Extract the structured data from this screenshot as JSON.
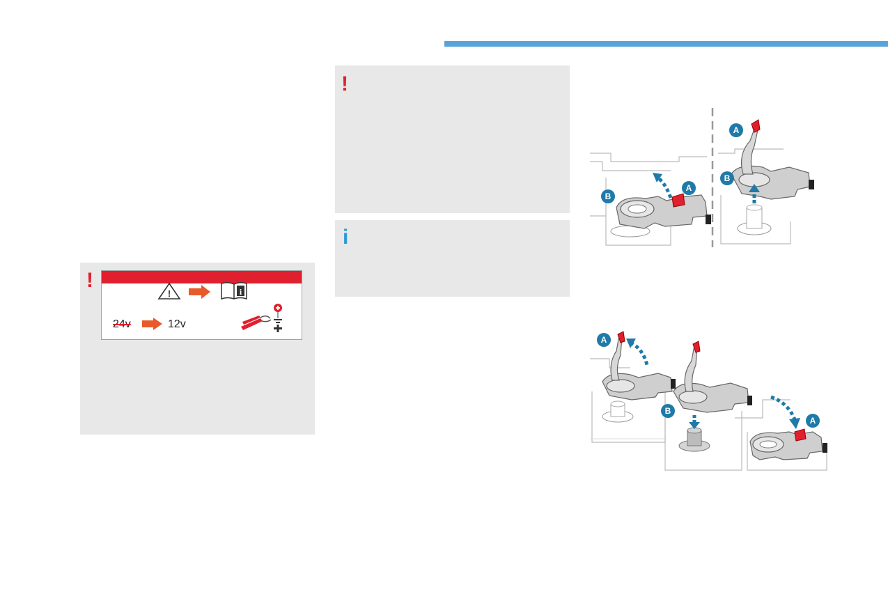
{
  "header": {
    "accent_color": "#5aa3d8"
  },
  "left_warning": {
    "mark": "!",
    "label": {
      "voltage_old": "24v",
      "voltage_new": "12v",
      "icons": [
        "warning-triangle-icon",
        "arrow-right-icon",
        "manual-info-icon",
        "jumper-clamp-icon",
        "battery-polarity-icon"
      ]
    }
  },
  "middle_warning": {
    "mark": "!"
  },
  "middle_info": {
    "mark": "i"
  },
  "figure_top": {
    "callouts": [
      "A",
      "A",
      "B",
      "B"
    ]
  },
  "figure_bottom": {
    "callouts": [
      "A",
      "B",
      "A"
    ]
  },
  "colors": {
    "warning": "#e0202e",
    "info": "#2c9bd6",
    "callout": "#1e7aa8",
    "panel": "#e8e8e8"
  }
}
